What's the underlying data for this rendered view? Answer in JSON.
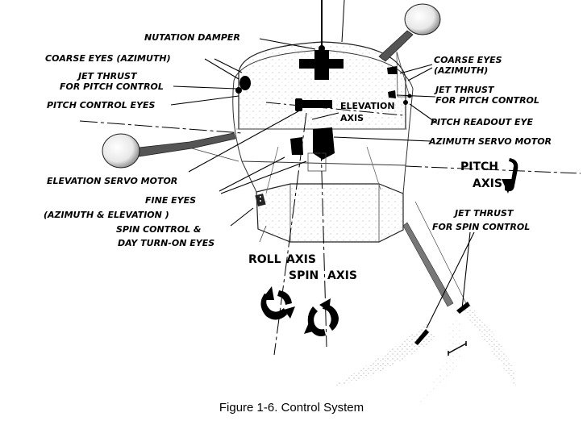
{
  "figure": {
    "caption": "Figure 1-6.  Control System"
  },
  "labels": {
    "nutation_damper": "NUTATION DAMPER",
    "coarse_eyes_azimuth_left": "COARSE EYES (AZIMUTH)",
    "jet_thrust_pitch_left_line1": "JET THRUST",
    "jet_thrust_pitch_left_line2": "FOR PITCH CONTROL",
    "pitch_control_eyes": "PITCH CONTROL EYES",
    "coarse_eyes_right_line1": "COARSE EYES",
    "coarse_eyes_right_line2": "(AZIMUTH)",
    "jet_thrust_pitch_right_line1": "JET THRUST",
    "jet_thrust_pitch_right_line2": "FOR PITCH CONTROL",
    "elevation_axis_line1": "ELEVATION",
    "elevation_axis_line2": "AXIS",
    "pitch_readout_eye": "PITCH READOUT EYE",
    "azimuth_servo_motor": "AZIMUTH SERVO MOTOR",
    "elevation_servo_motor": "ELEVATION SERVO MOTOR",
    "fine_eyes_line1": "FINE EYES",
    "fine_eyes_line2": "(AZIMUTH & ELEVATION )",
    "spin_control_line1": "SPIN CONTROL &",
    "spin_control_line2": "DAY TURN-ON EYES",
    "jet_thrust_spin_line1": "JET THRUST",
    "jet_thrust_spin_line2": "FOR SPIN CONTROL"
  },
  "axes": {
    "pitch_line1": "PITCH",
    "pitch_line2": "AXIS",
    "roll_word": "ROLL",
    "roll_axis_word": "AXIS",
    "spin_word": "SPIN",
    "spin_axis_word": "AXIS"
  }
}
